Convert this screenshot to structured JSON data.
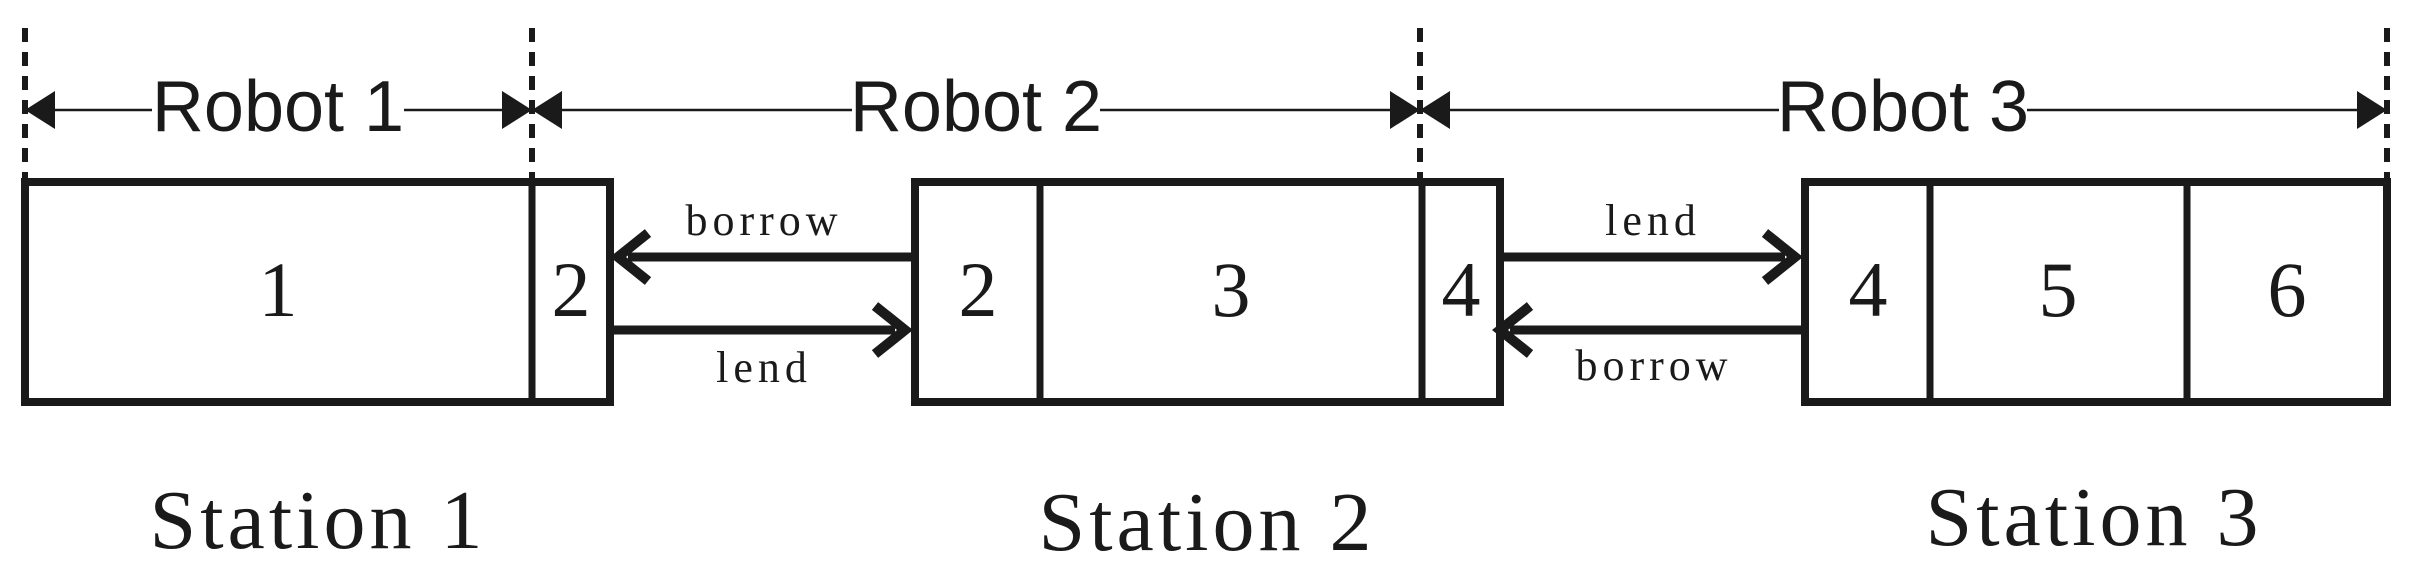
{
  "colors": {
    "ink": "#1a1a1a",
    "background": "#ffffff"
  },
  "robots": [
    {
      "label": "Robot 1"
    },
    {
      "label": "Robot 2"
    },
    {
      "label": "Robot 3"
    }
  ],
  "stations": [
    {
      "label": "Station 1",
      "cells": [
        "1",
        "2"
      ]
    },
    {
      "label": "Station 2",
      "cells": [
        "2",
        "3",
        "4"
      ]
    },
    {
      "label": "Station 3",
      "cells": [
        "4",
        "5",
        "6"
      ]
    }
  ],
  "exchanges": [
    {
      "top_label": "borrow",
      "top_direction": "left",
      "bottom_label": "lend",
      "bottom_direction": "right"
    },
    {
      "top_label": "lend",
      "top_direction": "right",
      "bottom_label": "borrow",
      "bottom_direction": "left"
    }
  ]
}
